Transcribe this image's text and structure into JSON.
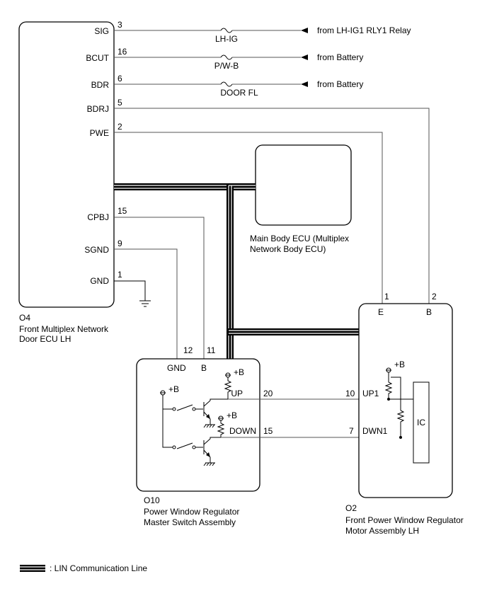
{
  "ecu_o4": {
    "code": "O4",
    "name_line1": "Front Multiplex Network",
    "name_line2": "Door ECU LH",
    "terminals": [
      "SIG",
      "BCUT",
      "BDR",
      "BDRJ",
      "PWE",
      "CPBJ",
      "SGND",
      "GND"
    ],
    "pins": [
      "3",
      "16",
      "6",
      "5",
      "2",
      "15",
      "9",
      "1"
    ]
  },
  "fuses": [
    "LH-IG",
    "P/W-B",
    "DOOR FL"
  ],
  "sources": [
    "from LH-IG1 RLY1 Relay",
    "from Battery",
    "from Battery"
  ],
  "main_body_ecu": {
    "line1": "Main Body ECU (Multiplex",
    "line2": "Network Body ECU)"
  },
  "master_switch": {
    "code": "O10",
    "name_line1": "Power Window Regulator",
    "name_line2": "Master Switch Assembly",
    "terminals": [
      "GND",
      "B",
      "UP",
      "DOWN"
    ],
    "pins": [
      "12",
      "11",
      "20",
      "15"
    ],
    "plus_b": "+B"
  },
  "motor": {
    "code": "O2",
    "name_line1": "Front Power Window Regulator",
    "name_line2": "Motor Assembly LH",
    "terminals": [
      "E",
      "B",
      "UP1",
      "DWN1"
    ],
    "pins": [
      "1",
      "2",
      "10",
      "7"
    ],
    "ic_label": "IC",
    "plus_b": "+B"
  },
  "legend": {
    "text": ": LIN Communication Line"
  }
}
